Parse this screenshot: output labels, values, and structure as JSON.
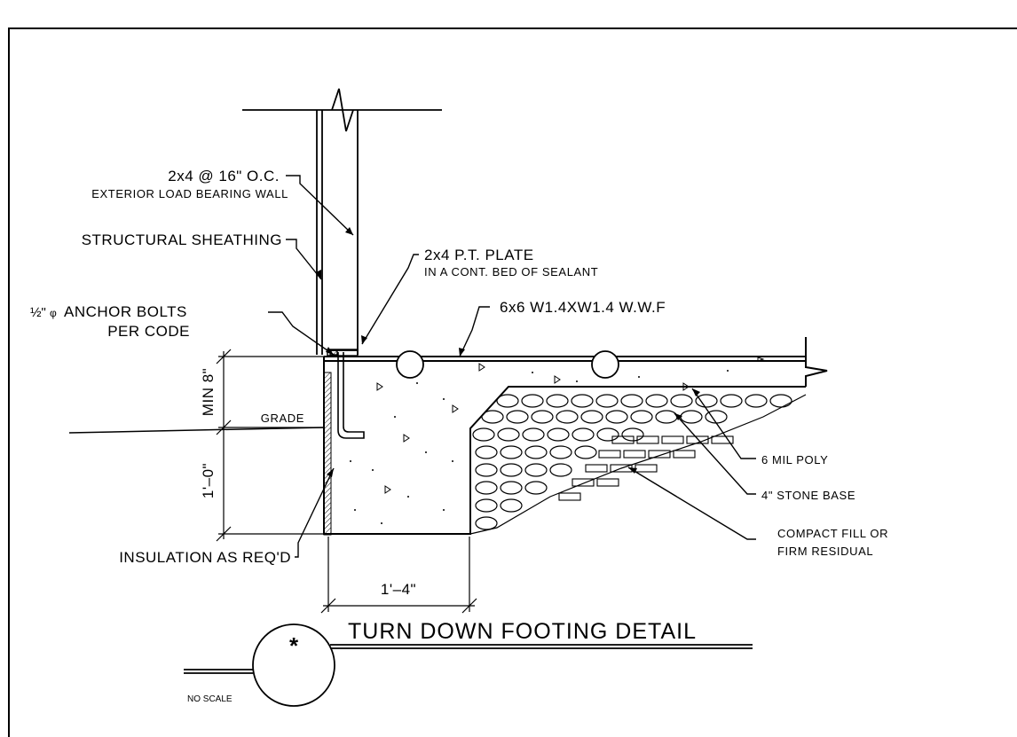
{
  "labels": {
    "wall_main": "2x4 @ 16\" O.C.",
    "wall_sub": "EXTERIOR LOAD BEARING WALL",
    "sheathing": "STRUCTURAL SHEATHING",
    "plate_main": "2x4 P.T. PLATE",
    "plate_sub": "IN A CONT. BED OF SEALANT",
    "anchor_frac": "½\"",
    "anchor_phi": "φ",
    "anchor_main": "ANCHOR BOLTS",
    "anchor_sub": "PER CODE",
    "wwf": "6x6 W1.4XW1.4 W.W.F",
    "grade": "GRADE",
    "min_dim": "MIN 8\"",
    "depth_dim": "1'–0\"",
    "width_dim": "1'–4\"",
    "poly": "6 MIL POLY",
    "stone": "4\" STONE BASE",
    "fill_1": "COMPACT FILL OR",
    "fill_2": "FIRM RESIDUAL",
    "insulation": "INSULATION AS REQ'D",
    "detail_id": "*",
    "title": "TURN DOWN FOOTING DETAIL",
    "scale": "NO SCALE"
  }
}
